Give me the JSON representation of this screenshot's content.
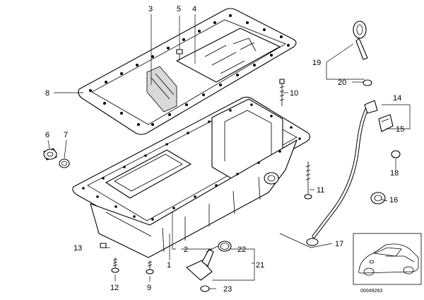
{
  "diagram": {
    "callouts": {
      "c1": "1",
      "c2": "2",
      "c3": "3",
      "c4": "4",
      "c5": "5",
      "c6": "6",
      "c7": "7",
      "c8": "8",
      "c9": "9",
      "c10": "10",
      "c11": "11",
      "c12": "12",
      "c13": "13",
      "c14": "14",
      "c15": "15",
      "c16": "16",
      "c17": "17",
      "c18": "18",
      "c19": "19",
      "c20": "20",
      "c21": "21",
      "c22": "22",
      "c23": "23"
    },
    "image_number": "00049263"
  }
}
